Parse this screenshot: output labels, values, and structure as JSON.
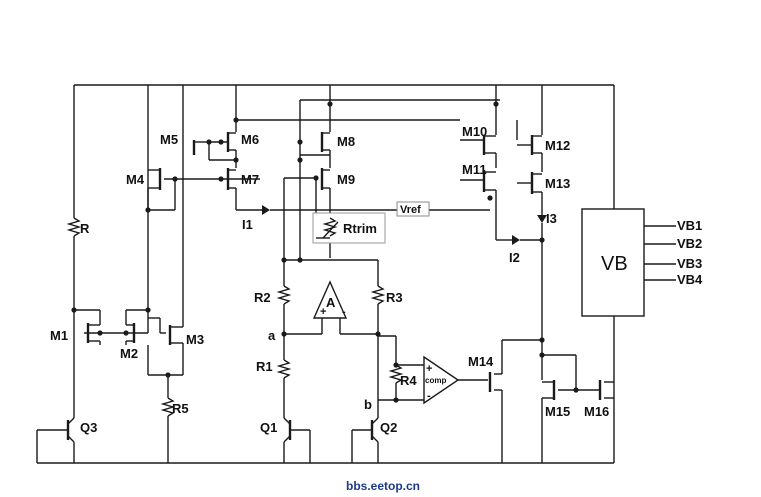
{
  "labels": {
    "R": "R",
    "R2": "R2",
    "R3": "R3",
    "R1": "R1",
    "R4": "R4",
    "R5": "R5",
    "Rtrim": "Rtrim",
    "M1": "M1",
    "M2": "M2",
    "M3": "M3",
    "M4": "M4",
    "M5": "M5",
    "M6": "M6",
    "M7": "M7",
    "M8": "M8",
    "M9": "M9",
    "M10": "M10",
    "M11": "M11",
    "M12": "M12",
    "M13": "M13",
    "M14": "M14",
    "M15": "M15",
    "M16": "M16",
    "Q1": "Q1",
    "Q2": "Q2",
    "Q3": "Q3",
    "I1": "I1",
    "I2": "I2",
    "I3": "I3",
    "Vref": "Vref",
    "A": "A",
    "comp": "comp",
    "plus": "+",
    "minus": "-",
    "node_a": "a",
    "node_b": "b",
    "VB": "VB",
    "VB1": "VB1",
    "VB2": "VB2",
    "VB3": "VB3",
    "VB4": "VB4"
  },
  "footer": "bbs.eetop.cn"
}
